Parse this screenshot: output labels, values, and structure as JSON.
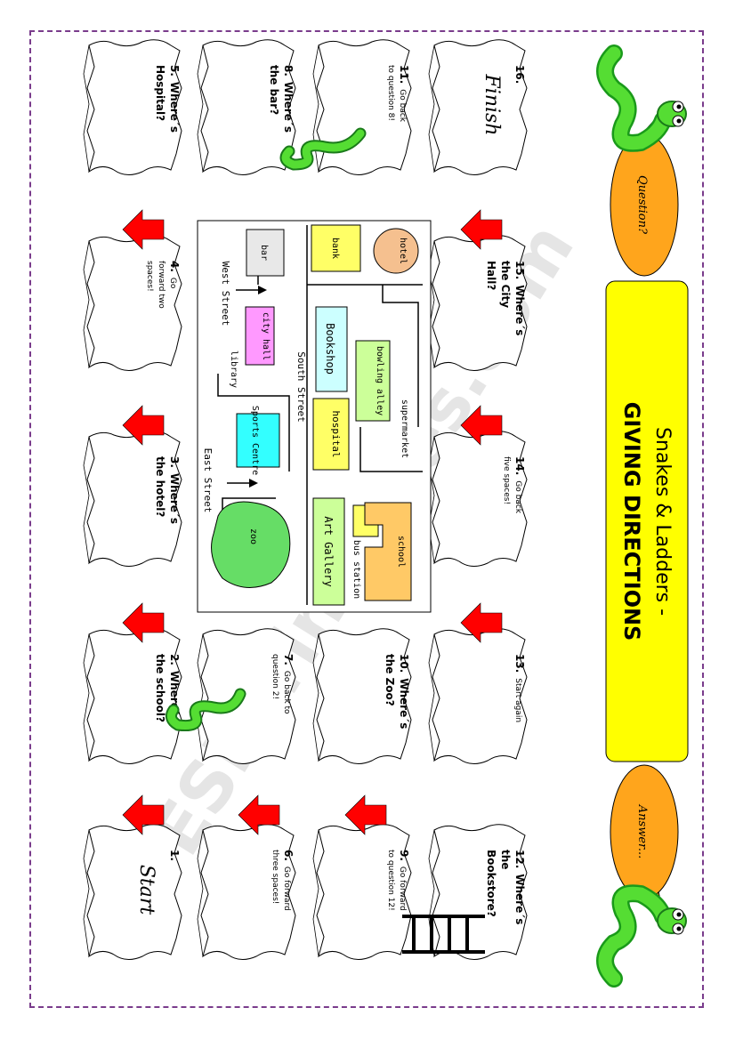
{
  "title": {
    "line1": "Snakes & Ladders -",
    "line2": "GIVING DIRECTIONS"
  },
  "bubbles": {
    "question": "Question?",
    "answer": "Answer..."
  },
  "watermark": "ESLprintables.com",
  "squares": [
    {
      "id": 1,
      "num": "1.",
      "lines": [
        "Start"
      ]
    },
    {
      "id": 2,
      "num": "2.",
      "lines": [
        "Where´s",
        "the school?"
      ]
    },
    {
      "id": 3,
      "num": "3.",
      "lines": [
        "Where´s",
        "the hotel?"
      ]
    },
    {
      "id": 4,
      "num": "4.",
      "lines": [
        "Go",
        "forward two",
        "spaces!"
      ]
    },
    {
      "id": 5,
      "num": "5.",
      "lines": [
        "Where´s",
        "Hospital?"
      ]
    },
    {
      "id": 6,
      "num": "6.",
      "lines": [
        "Go forward",
        "three spaces!"
      ]
    },
    {
      "id": 7,
      "num": "7.",
      "lines": [
        "Go back to",
        "question 2!"
      ]
    },
    {
      "id": 8,
      "num": "8.",
      "lines": [
        "Where´s",
        "the bar?"
      ]
    },
    {
      "id": 9,
      "num": "9.",
      "lines": [
        "Go forward",
        "to question 12!"
      ]
    },
    {
      "id": 10,
      "num": "10.",
      "lines": [
        "Where´s",
        "the Zoo?"
      ]
    },
    {
      "id": 11,
      "num": "11.",
      "lines": [
        "Go back",
        "to question 8!"
      ]
    },
    {
      "id": 12,
      "num": "12.",
      "lines": [
        "Where´s",
        "the",
        "Bookstore?"
      ]
    },
    {
      "id": 13,
      "num": "13.",
      "lines": [
        "Start again"
      ]
    },
    {
      "id": 14,
      "num": "14.",
      "lines": [
        "Go back",
        "five spaces!"
      ]
    },
    {
      "id": 15,
      "num": "15.",
      "lines": [
        "Where´s",
        "the City",
        "Hall?"
      ]
    },
    {
      "id": 16,
      "num": "16.",
      "lines": [
        "Finish"
      ]
    }
  ],
  "map": {
    "streets": {
      "west": "West Street",
      "south": "South Street",
      "east": "East Street"
    },
    "places": {
      "bar": "bar",
      "bank": "bank",
      "hotel": "hotel",
      "city_hall": "city hall",
      "library": "library",
      "bookshop": "Bookshop",
      "bowling_alley": "bowling alley",
      "hospital": "hospital",
      "supermarket": "supermarket",
      "sports_centre": "Sports Centre",
      "zoo": "zoo",
      "art_gallery": "Art Gallery",
      "bus_station": "bus station",
      "school": "school"
    }
  },
  "colors": {
    "border": "#7a3c8c",
    "arrow": "#ff0000",
    "title_bg": "#ffff00",
    "bubble": "#ffa51c",
    "snake": "#33cc33",
    "bar": "#e8e8e8",
    "bank": "#ffff66",
    "hotel": "#f5c08f",
    "city_hall": "#ff99ff",
    "bookshop": "#ccffff",
    "bowling_alley": "#ccff99",
    "hospital": "#ffff66",
    "sports_centre": "#33ffff",
    "zoo": "#66dd66",
    "art_gallery": "#ccff99",
    "bus_station": "#ffff66",
    "school": "#ffc966"
  }
}
